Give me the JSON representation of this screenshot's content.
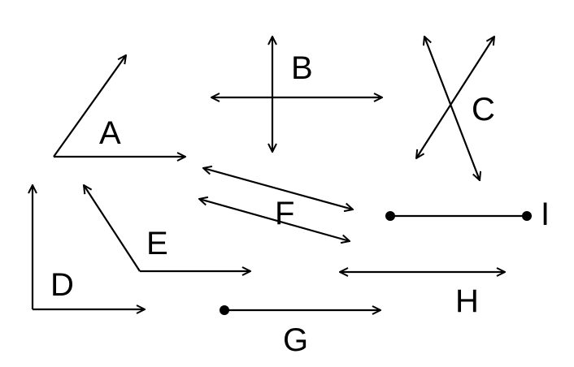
{
  "diagram": {
    "title": "Lines, rays, segments and angles",
    "labels": {
      "a": "A",
      "b": "B",
      "c": "C",
      "d": "D",
      "e": "E",
      "f": "F",
      "g": "G",
      "h": "H",
      "i": "I"
    },
    "figures": [
      {
        "label": "A",
        "kind": "angle (two rays)"
      },
      {
        "label": "B",
        "kind": "perpendicular lines"
      },
      {
        "label": "C",
        "kind": "intersecting lines"
      },
      {
        "label": "D",
        "kind": "right angle (two rays)"
      },
      {
        "label": "E",
        "kind": "obtuse angle (two rays)"
      },
      {
        "label": "F",
        "kind": "parallel lines"
      },
      {
        "label": "G",
        "kind": "ray"
      },
      {
        "label": "H",
        "kind": "line"
      },
      {
        "label": "I",
        "kind": "line segment"
      }
    ],
    "stroke_color": "#000000",
    "background": "#ffffff"
  }
}
